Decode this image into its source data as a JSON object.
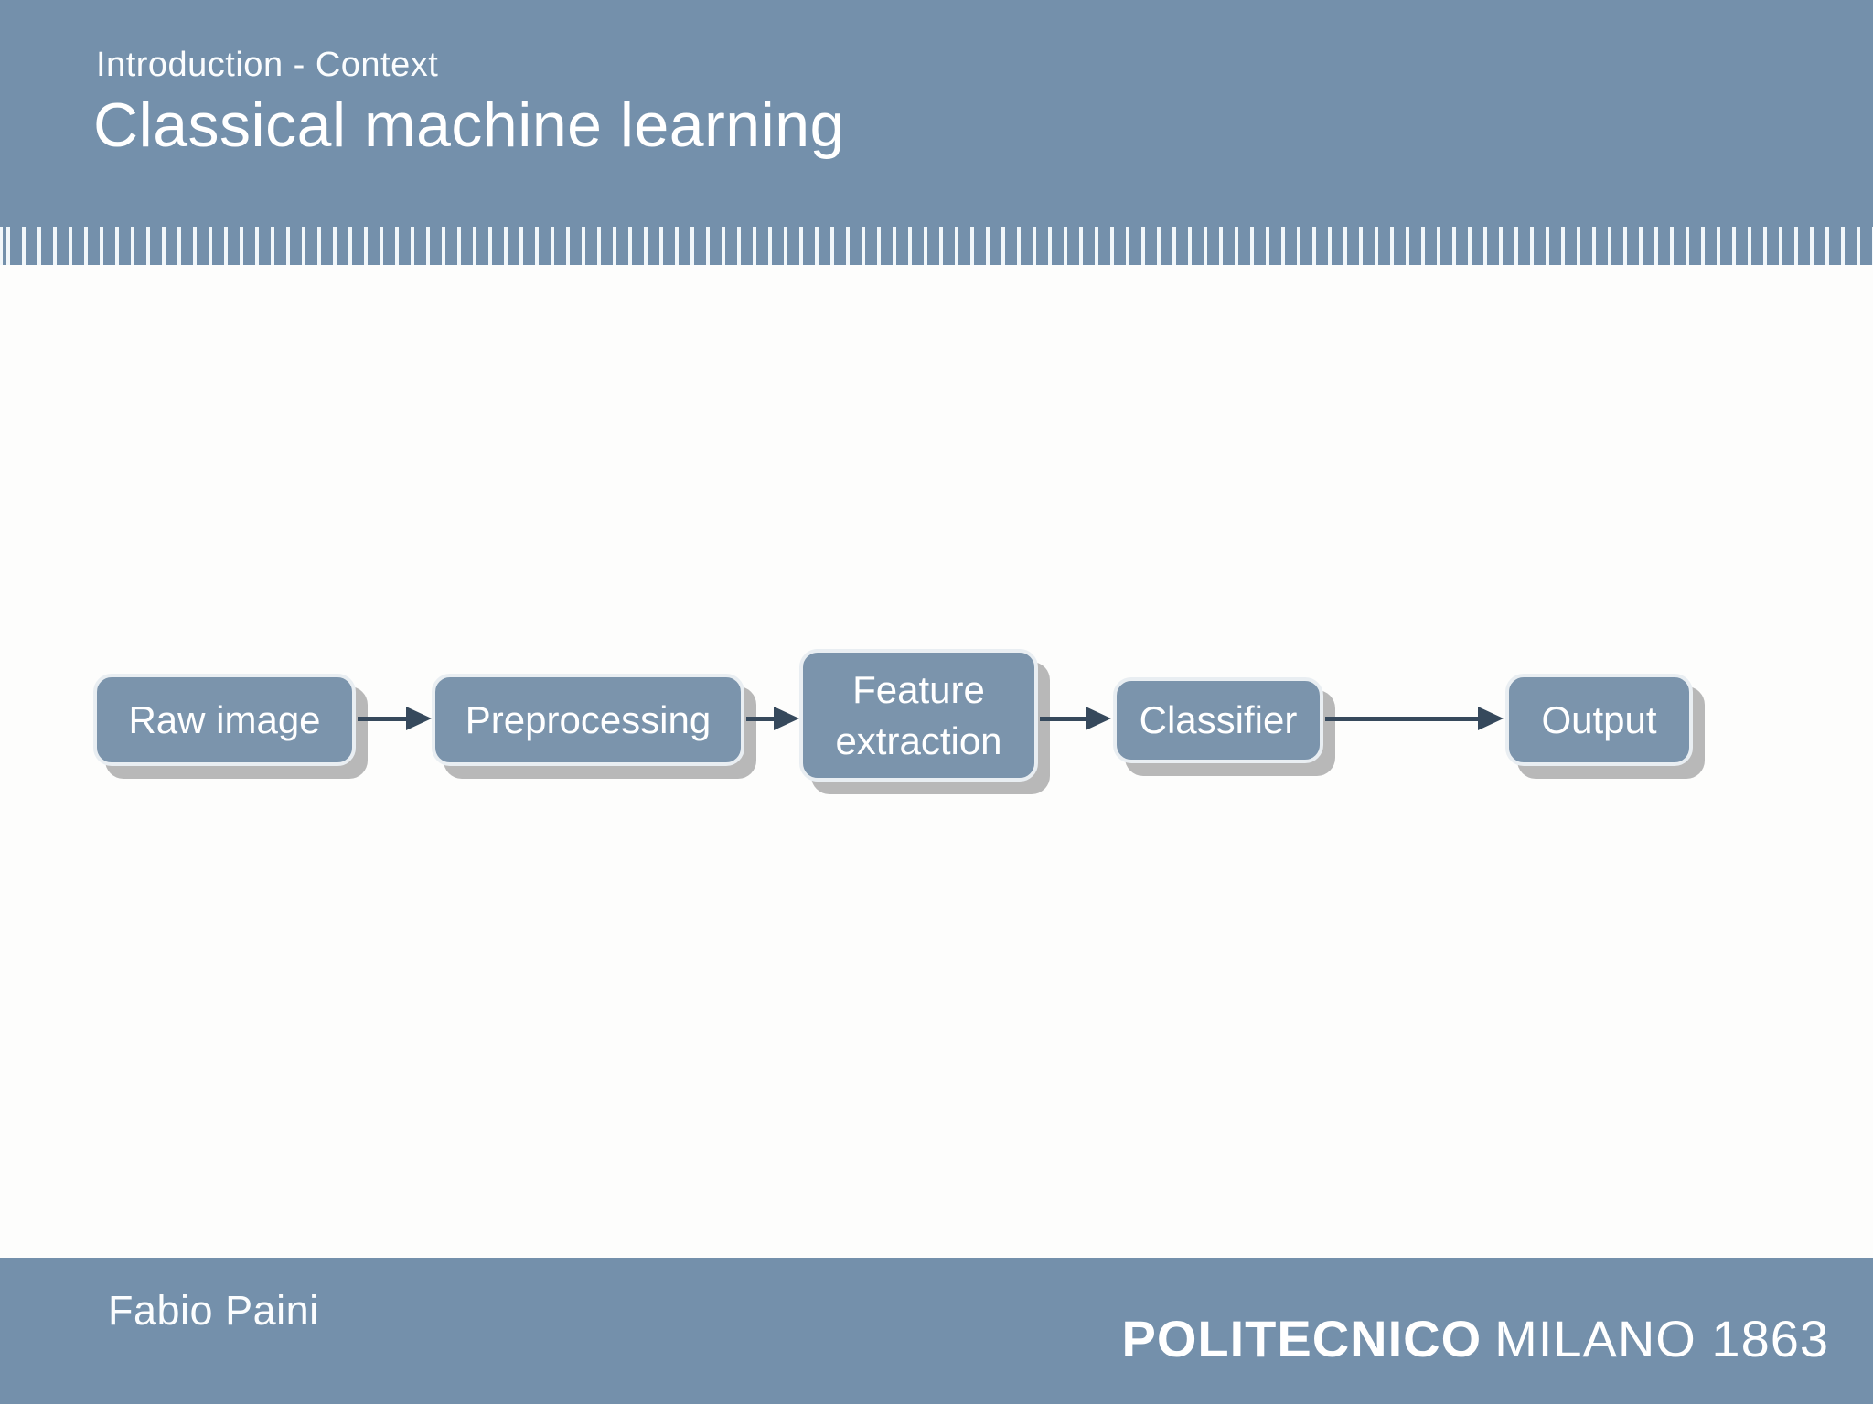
{
  "header": {
    "section": "Introduction - Context",
    "title": "Classical machine learning"
  },
  "flow": {
    "type": "pipeline-flowchart",
    "direction": "left-to-right",
    "nodes": [
      {
        "id": "raw-image",
        "label": "Raw image"
      },
      {
        "id": "preprocessing",
        "label": "Preprocessing"
      },
      {
        "id": "feature-extraction",
        "label": "Feature extraction"
      },
      {
        "id": "classifier",
        "label": "Classifier"
      },
      {
        "id": "output",
        "label": "Output"
      }
    ],
    "edges": [
      {
        "from": "raw-image",
        "to": "preprocessing"
      },
      {
        "from": "preprocessing",
        "to": "feature-extraction"
      },
      {
        "from": "feature-extraction",
        "to": "classifier"
      },
      {
        "from": "classifier",
        "to": "output"
      }
    ]
  },
  "footer": {
    "author": "Fabio Paini",
    "institution_bold": "POLITECNICO",
    "institution_rest": "MILANO 1863"
  },
  "colors": {
    "band_blue": "#7490ab",
    "node_fill": "#7b94ac",
    "node_border": "#e9eef2",
    "node_shadow": "#b8b8b8",
    "arrow": "#36495c",
    "text_on_blue": "#ffffff",
    "slide_background": "#fdfdfc",
    "tick_marks": "#f2f7fa"
  }
}
